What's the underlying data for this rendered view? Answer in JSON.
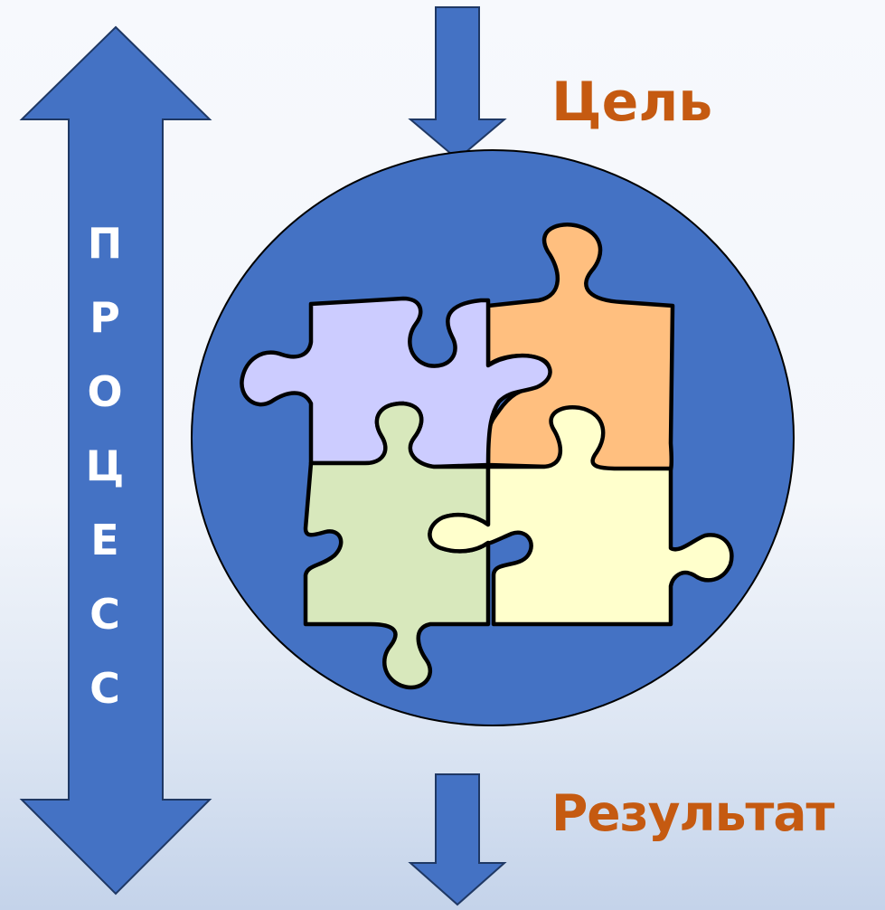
{
  "goal": {
    "label": "Цель"
  },
  "result": {
    "label": "Результат"
  },
  "process": {
    "letters": [
      "П",
      "Р",
      "О",
      "Ц",
      "Е",
      "С",
      "С"
    ]
  },
  "colors": {
    "arrow": "#4472c4",
    "circle": "#4472c4",
    "label_text": "#c55a11",
    "outline": "#000000",
    "piece_lavender": "#ccccff",
    "piece_orange": "#ffbf7f",
    "piece_green": "#d8e8bc",
    "piece_yellow": "#ffffcc"
  },
  "puzzle": {
    "pieces": [
      {
        "name": "puzzle-piece-lavender",
        "color_key": "piece_lavender"
      },
      {
        "name": "puzzle-piece-orange",
        "color_key": "piece_orange"
      },
      {
        "name": "puzzle-piece-green",
        "color_key": "piece_green"
      },
      {
        "name": "puzzle-piece-yellow",
        "color_key": "piece_yellow"
      }
    ]
  }
}
